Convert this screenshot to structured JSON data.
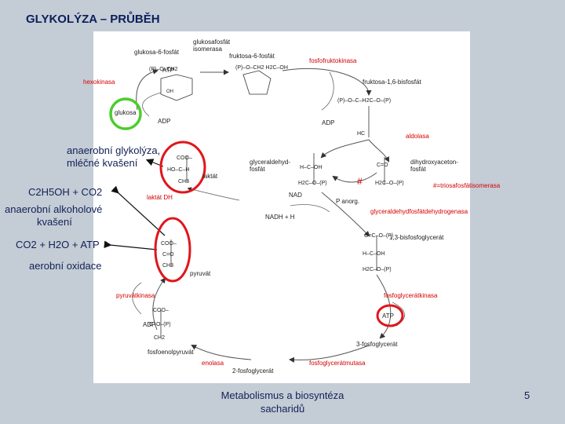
{
  "title": "GLYKOLÝZA – PRŮBĚH",
  "labels": {
    "glukosa6f": "glukosa-6-fosfát",
    "isomerasa_l1": "glukosafosfát",
    "isomerasa_l2": "isomerasa",
    "fruktosa6f": "fruktosa-6-fosfát",
    "fosfofruktokinasa": "fosfofruktokinasa",
    "hexokinasa": "hexokinasa",
    "fruktosa16bf": "fruktosa-1,6-bisfosfát",
    "glukosa": "glukosa",
    "aldolasa": "aldolasa",
    "gap_l1": "glyceraldehyd-",
    "gap_l2": "fosfát",
    "dhap_l1": "dihydroxyaceton-",
    "dhap_l2": "fosfát",
    "hash": "#",
    "tpi": "#=triosafosfátisomerasa",
    "laktat": "laktát",
    "laktatdh": "laktát DH",
    "gapdh": "glyceraldehydfosfátdehydrogenasa",
    "bpg13": "1,3-bisfosfoglycerát",
    "pyruvat": "pyruvát",
    "pyruvatkinasa": "pyruvátkinasa",
    "fosfoglyceratkinasa": "fosfoglycerátkinasa",
    "pg3": "3-fosfoglycerát",
    "fosfoenolpyruvat": "fosfoenolpyruvát",
    "enolasa": "enolasa",
    "fosfoglyceratmutasa": "fosfoglycerátmutasa",
    "pg2": "2-fosfoglycerát",
    "atp": "ATP",
    "adp": "ADP",
    "nadh": "NADH + H",
    "nad": "NAD",
    "panorg": "P anorg."
  },
  "side": {
    "anaerob_l1": "anaerobní glykolýza,",
    "anaerob_l2": "mléčné kvašení",
    "ethanol": "C2H5OH + CO2",
    "alk_l1": "anaerobní alkoholové",
    "alk_l2": "kvašení",
    "co2": "CO2 + H2O + ATP",
    "aerob": "aerobní oxidace"
  },
  "footer": {
    "line1": "Metabolismus a biosyntéza",
    "line2": "sacharidů",
    "page": "5"
  },
  "colors": {
    "highlight_red": "#e0161b",
    "highlight_green": "#4ccd2c",
    "title": "#0b1f5a"
  }
}
